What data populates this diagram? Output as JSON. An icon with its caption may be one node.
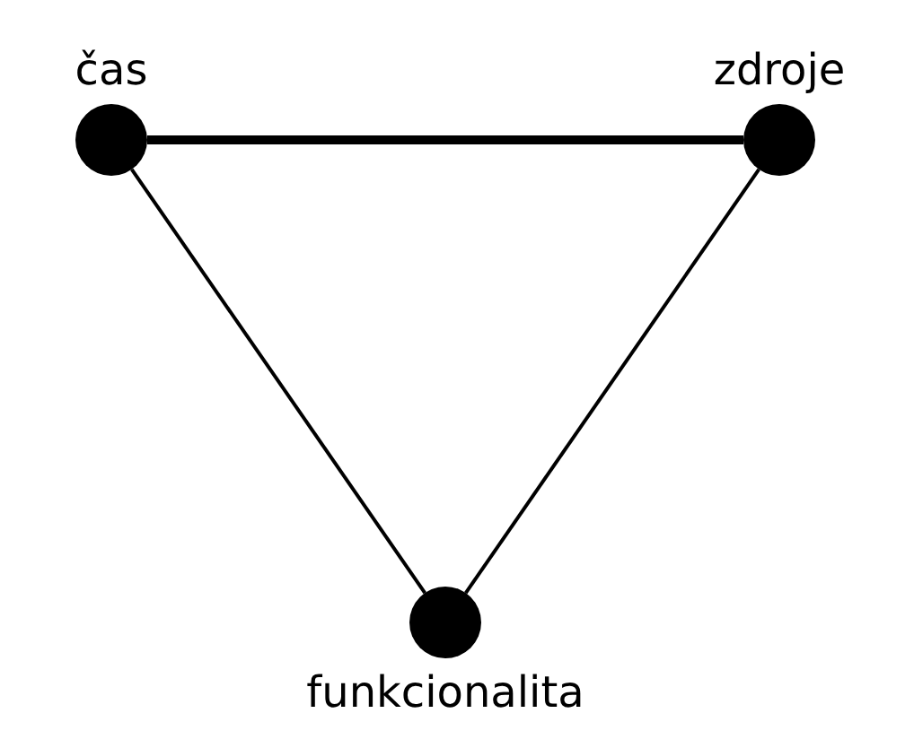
{
  "diagram": {
    "nodes": [
      {
        "text": [
          "čas"
        ]
      },
      {
        "text": [
          "zdroje"
        ]
      },
      {
        "text": [
          "funkcionalita"
        ]
      }
    ],
    "edges": [
      {
        "from": 0,
        "to": 1,
        "arrow": "none",
        "style": "thick"
      },
      {
        "from": 0,
        "to": 2,
        "arrow": "none"
      },
      {
        "from": 1,
        "to": 2,
        "arrow": "none"
      }
    ]
  }
}
